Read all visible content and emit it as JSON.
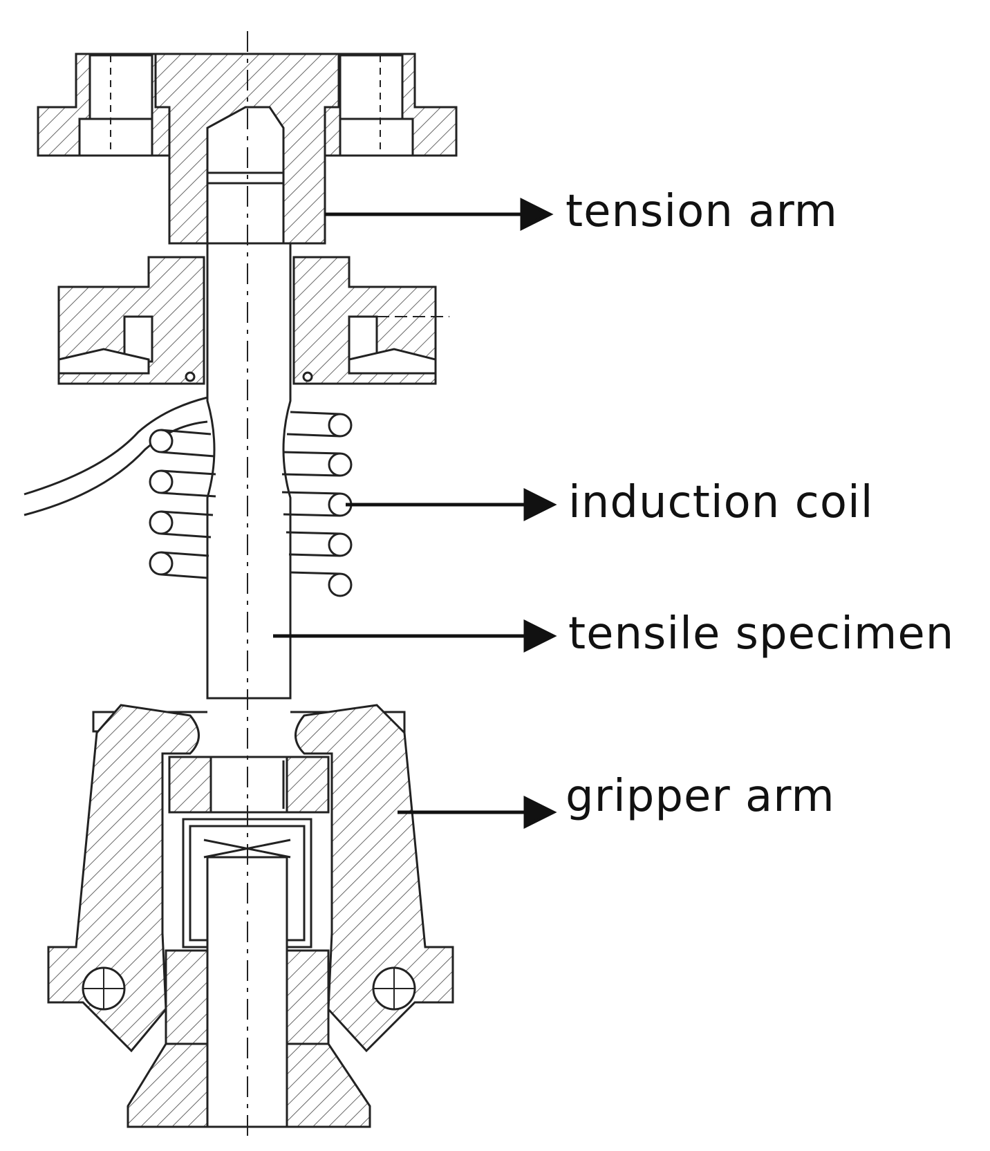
{
  "diagram": {
    "labels": {
      "tension_arm": "tension arm",
      "induction_coil": "induction coil",
      "tensile_specimen": "tensile specimen",
      "gripper_arm": "gripper arm"
    },
    "colors": {
      "line": "#222222",
      "hatch": "#555555",
      "background": "#ffffff"
    }
  }
}
